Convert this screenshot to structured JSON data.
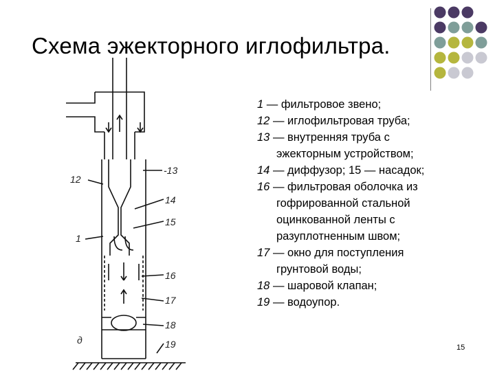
{
  "title": "Схема эжекторного иглофильтра.",
  "legend": [
    {
      "num": "1",
      "lines": [
        "— фильтровое звено;"
      ]
    },
    {
      "num": "12",
      "lines": [
        "— иглофильтровая труба;"
      ]
    },
    {
      "num": "13",
      "lines": [
        "— внутренняя труба с",
        "эжекторным устройством;"
      ]
    },
    {
      "num": "14",
      "lines": [
        "— диффузор; 15 — насадок;"
      ]
    },
    {
      "num": "16",
      "lines": [
        "— фильтровая оболочка из",
        "гофрированной стальной",
        "оцинкованной ленты с",
        "разуплотненным швом;"
      ]
    },
    {
      "num": "17",
      "lines": [
        "— окно для поступления",
        "грунтовой воды;"
      ]
    },
    {
      "num": "18",
      "lines": [
        "— шаровой клапан;"
      ]
    },
    {
      "num": "19",
      "lines": [
        "— водоупор."
      ]
    }
  ],
  "diagram_labels": {
    "l12": "12",
    "l1": "1",
    "l13": "-13",
    "l14": "14",
    "l15": "15",
    "l16": "16",
    "l17": "17",
    "l18": "18",
    "l19": "19",
    "ld": "д"
  },
  "page_number": "15",
  "colors": {
    "purple": "#4b3a64",
    "teal": "#7f9e99",
    "olive": "#b5b63e",
    "gray": "#c9c9d2"
  }
}
